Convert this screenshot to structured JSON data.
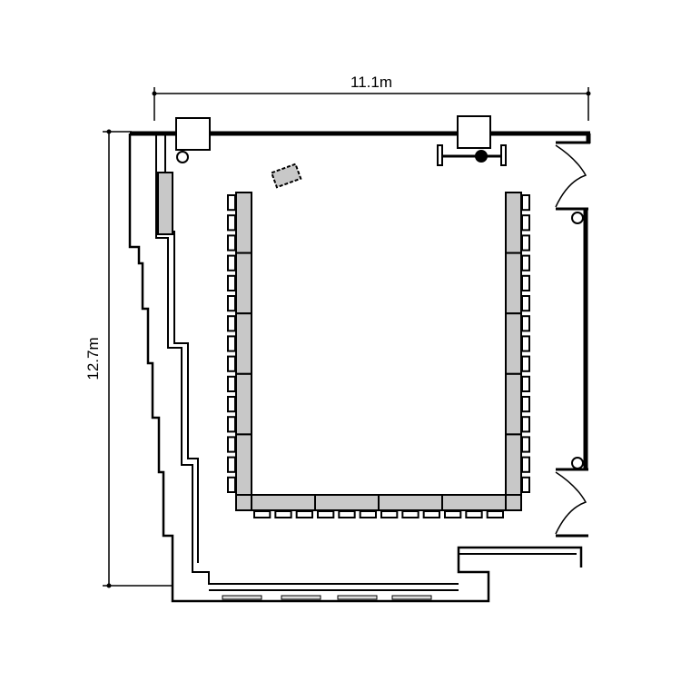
{
  "dimensions": {
    "width_label": "11.1m",
    "height_label": "12.7m"
  },
  "colors": {
    "line": "#000000",
    "table_fill": "#c8c8c8",
    "background": "#ffffff"
  },
  "layout": {
    "left_tables": 5,
    "right_tables": 5,
    "bottom_tables": 4,
    "chairs_per_table": 3
  }
}
